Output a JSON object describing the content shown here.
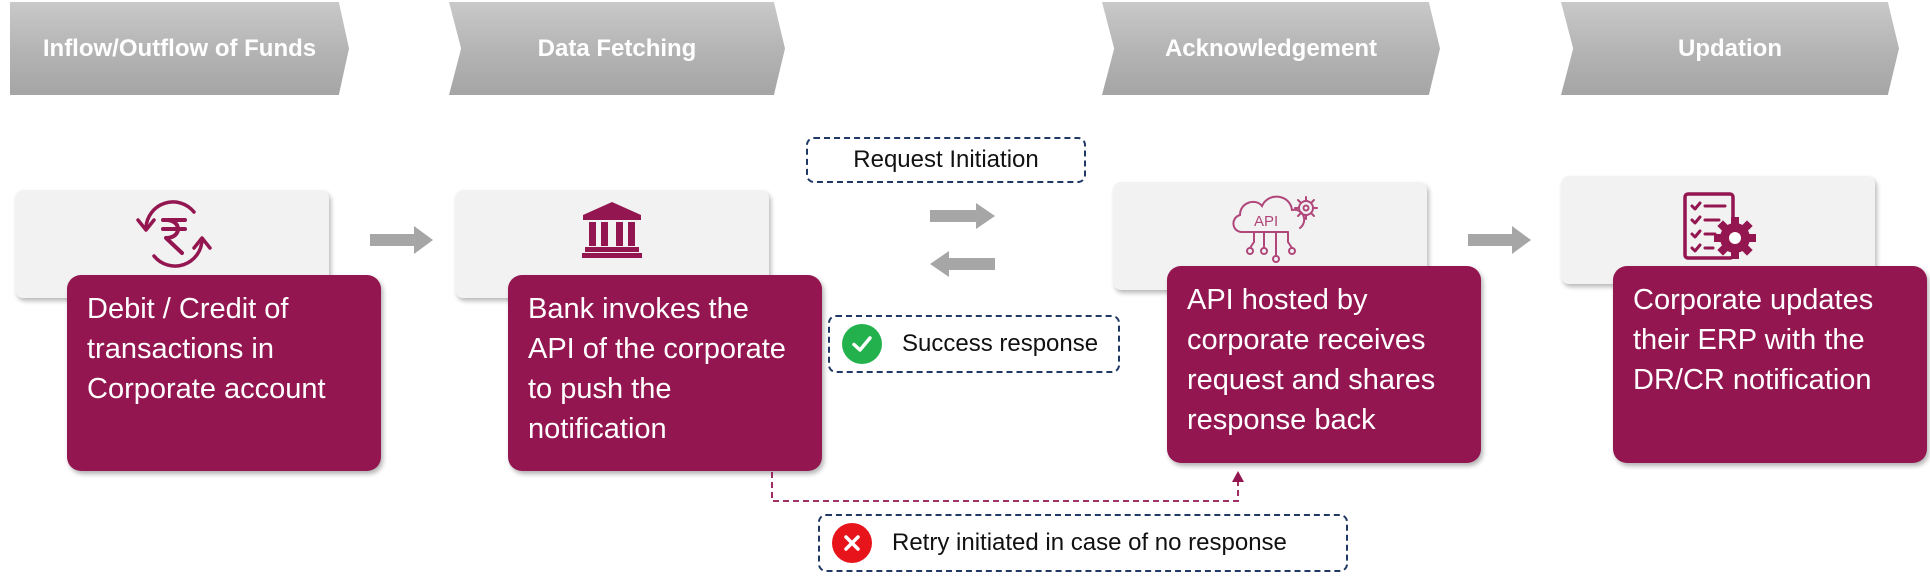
{
  "stages": [
    {
      "label": "Inflow/Outflow of Funds"
    },
    {
      "label": "Data Fetching"
    },
    {
      "label": "Acknowledgement"
    },
    {
      "label": "Updation"
    }
  ],
  "steps": [
    {
      "icon": "rupee-exchange-icon",
      "text": "Debit / Credit of transactions in Corporate account"
    },
    {
      "icon": "bank-icon",
      "text": "Bank invokes the API of the corporate to push the notification"
    },
    {
      "icon": "api-cloud-icon",
      "icon_text": "API",
      "text": "API hosted by corporate receives request and shares response back"
    },
    {
      "icon": "checklist-gear-icon",
      "text": "Corporate updates their ERP with the DR/CR notification"
    }
  ],
  "callouts": {
    "request": "Request Initiation",
    "success": "Success response",
    "retry": "Retry initiated in case of no response"
  },
  "colors": {
    "accent": "#941651",
    "banner": "#b3b3b3",
    "success": "#22b14c",
    "error": "#e8141b",
    "callout_border": "#1f3864"
  }
}
